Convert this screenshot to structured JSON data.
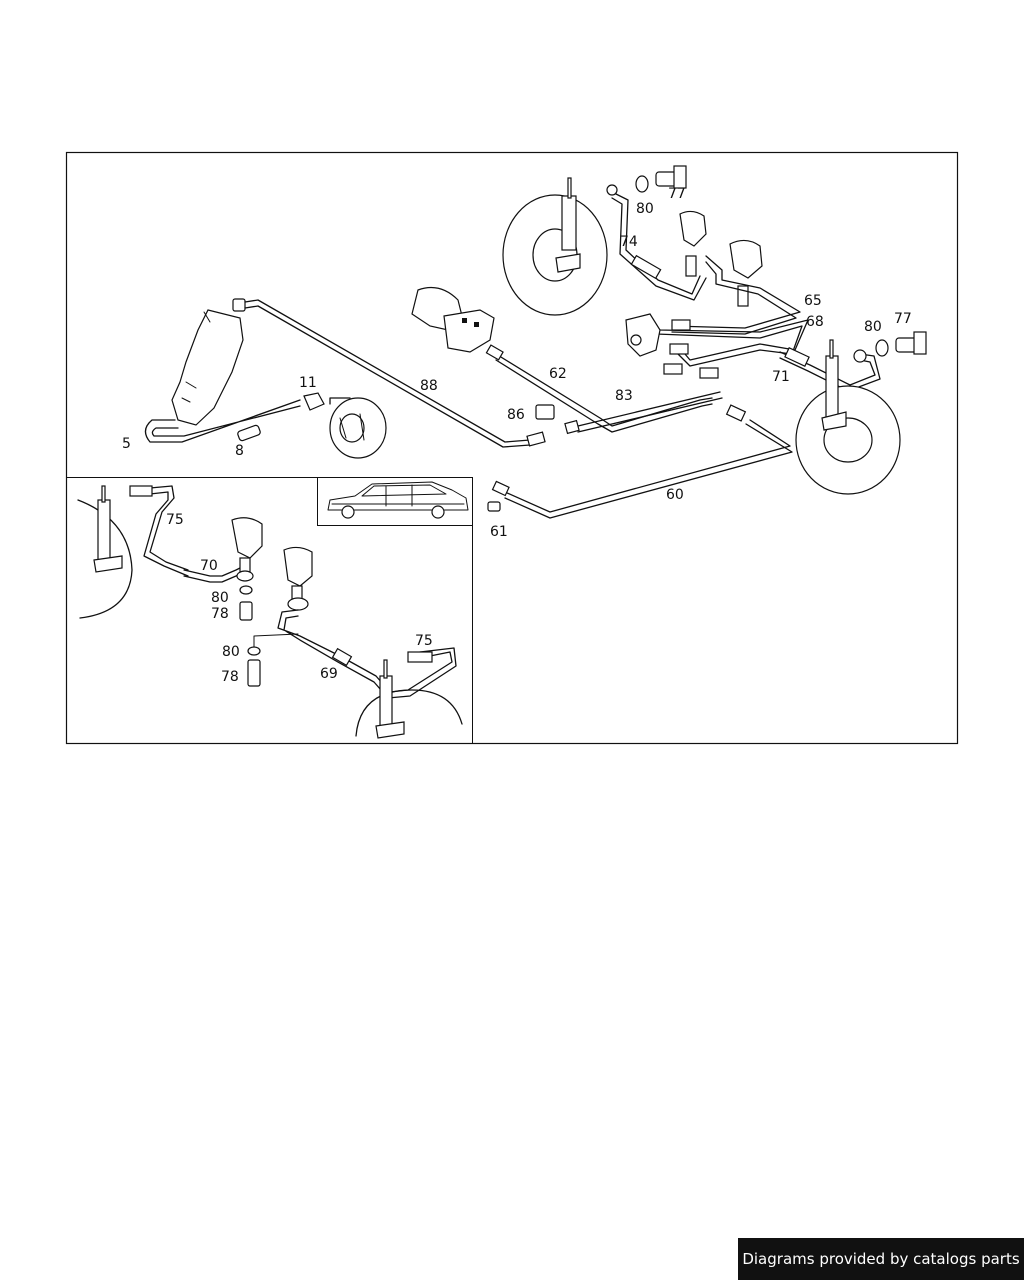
{
  "labels": {
    "l5": "5",
    "l8": "8",
    "l11": "11",
    "l88": "88",
    "l62": "62",
    "l86": "86",
    "l83": "83",
    "l60": "60",
    "l61": "61",
    "l74": "74",
    "l80a": "80",
    "l77a": "77",
    "l65": "65",
    "l68": "68",
    "l80b": "80",
    "l77b": "77",
    "l71": "71",
    "l75a": "75",
    "l70": "70",
    "l80c": "80",
    "l78a": "78",
    "l80d": "80",
    "l78b": "78",
    "l69": "69",
    "l75b": "75"
  },
  "footer": {
    "credit": "Diagrams provided by catalogs parts"
  },
  "colors": {
    "line": "#111111",
    "background": "#ffffff",
    "footer_bg": "#111111",
    "footer_text": "#ffffff"
  }
}
